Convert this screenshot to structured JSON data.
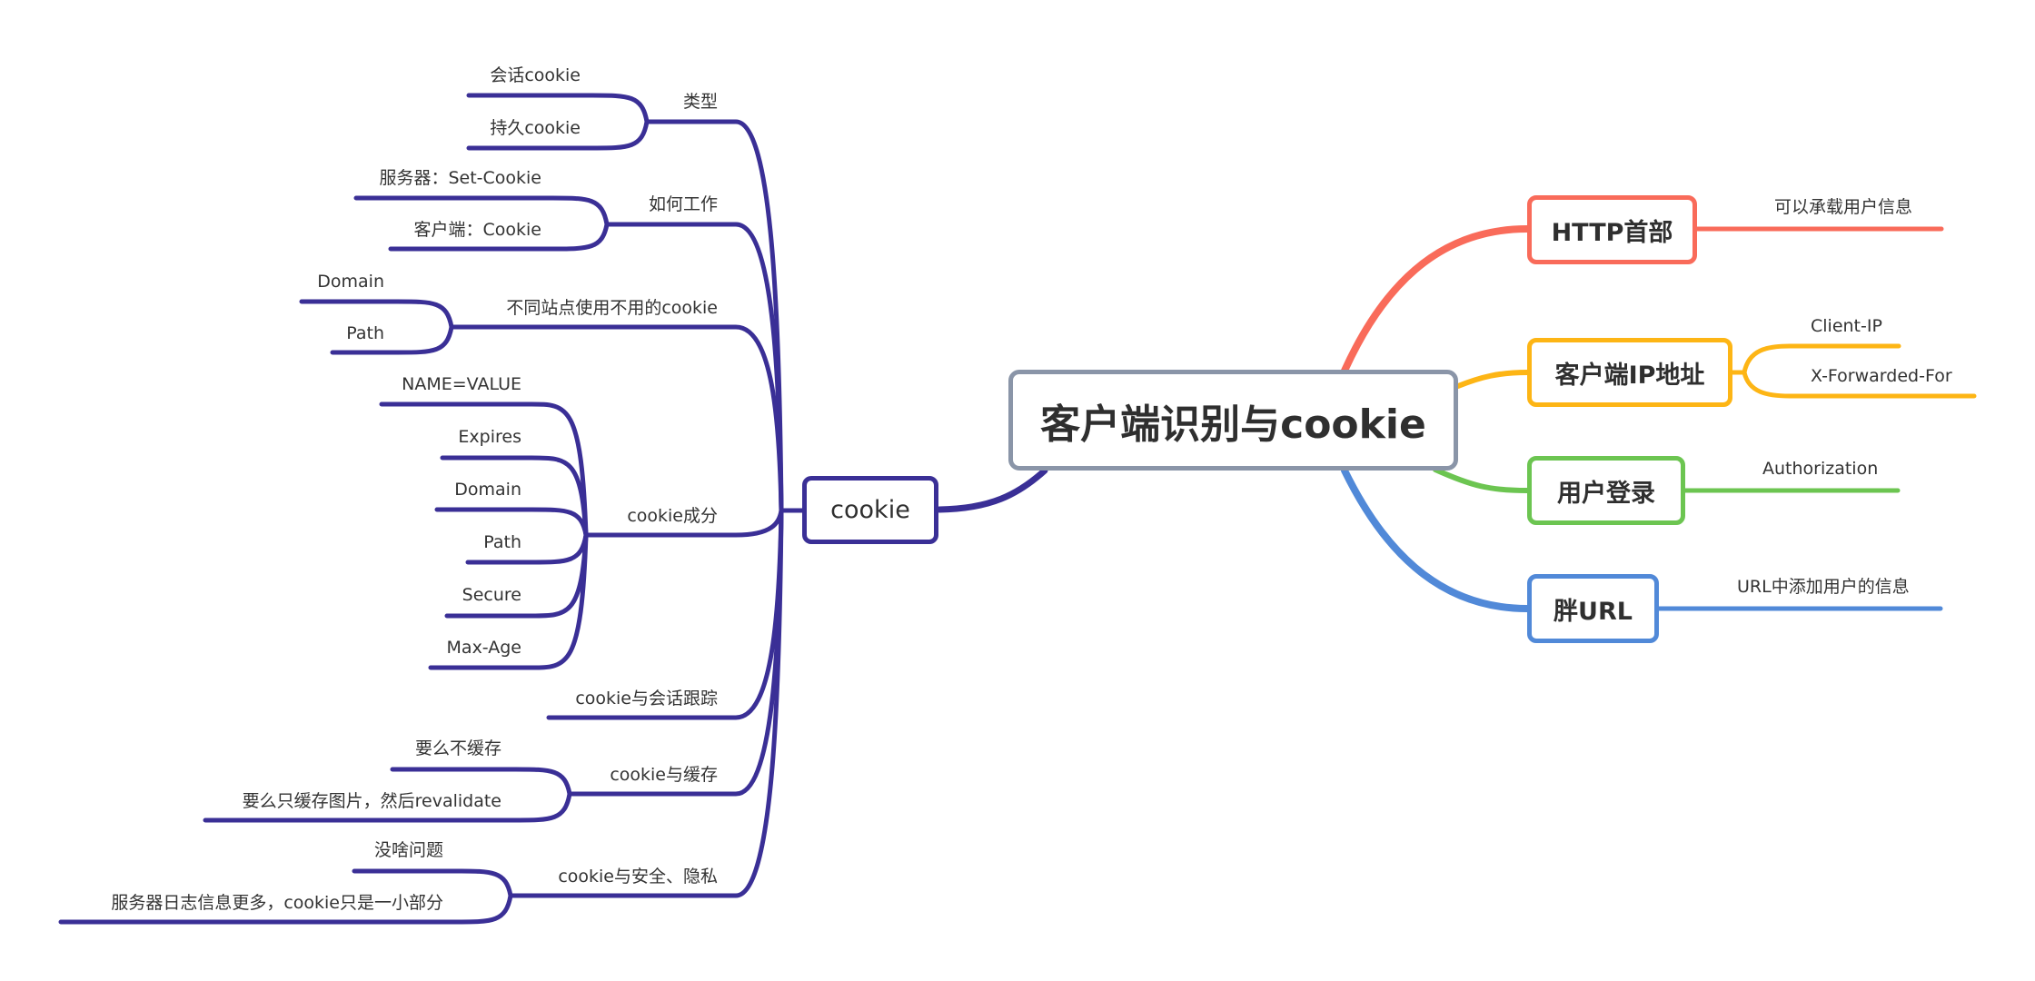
{
  "central": {
    "title": "客户端识别与cookie"
  },
  "colors": {
    "central_border": "#8a95a8",
    "cookie": "#3a2f96",
    "http": "#f96b5a",
    "ip": "#fdb515",
    "login": "#6cc551",
    "url": "#5189d8"
  },
  "left": {
    "title": "cookie",
    "branches": [
      {
        "label": "类型",
        "children": [
          "会话cookie",
          "持久cookie"
        ]
      },
      {
        "label": "如何工作",
        "children": [
          "服务器：Set-Cookie",
          "客户端：Cookie"
        ]
      },
      {
        "label": "不同站点使用不用的cookie",
        "children": [
          "Domain",
          "Path"
        ]
      },
      {
        "label": "cookie成分",
        "children": [
          "NAME=VALUE",
          "Expires",
          "Domain",
          "Path",
          "Secure",
          "Max-Age"
        ]
      },
      {
        "label": "cookie与会话跟踪",
        "children": []
      },
      {
        "label": "cookie与缓存",
        "children": [
          "要么不缓存",
          "要么只缓存图片，然后revalidate"
        ]
      },
      {
        "label": "cookie与安全、隐私",
        "children": [
          "没啥问题",
          "服务器日志信息更多，cookie只是一小部分"
        ]
      }
    ]
  },
  "right": [
    {
      "title": "HTTP首部",
      "color_key": "http",
      "children": [
        "可以承载用户信息"
      ]
    },
    {
      "title": "客户端IP地址",
      "color_key": "ip",
      "children": [
        "Client-IP",
        "X-Forwarded-For"
      ]
    },
    {
      "title": "用户登录",
      "color_key": "login",
      "children": [
        "Authorization"
      ]
    },
    {
      "title": "胖URL",
      "color_key": "url",
      "children": [
        "URL中添加用户的信息"
      ]
    }
  ]
}
